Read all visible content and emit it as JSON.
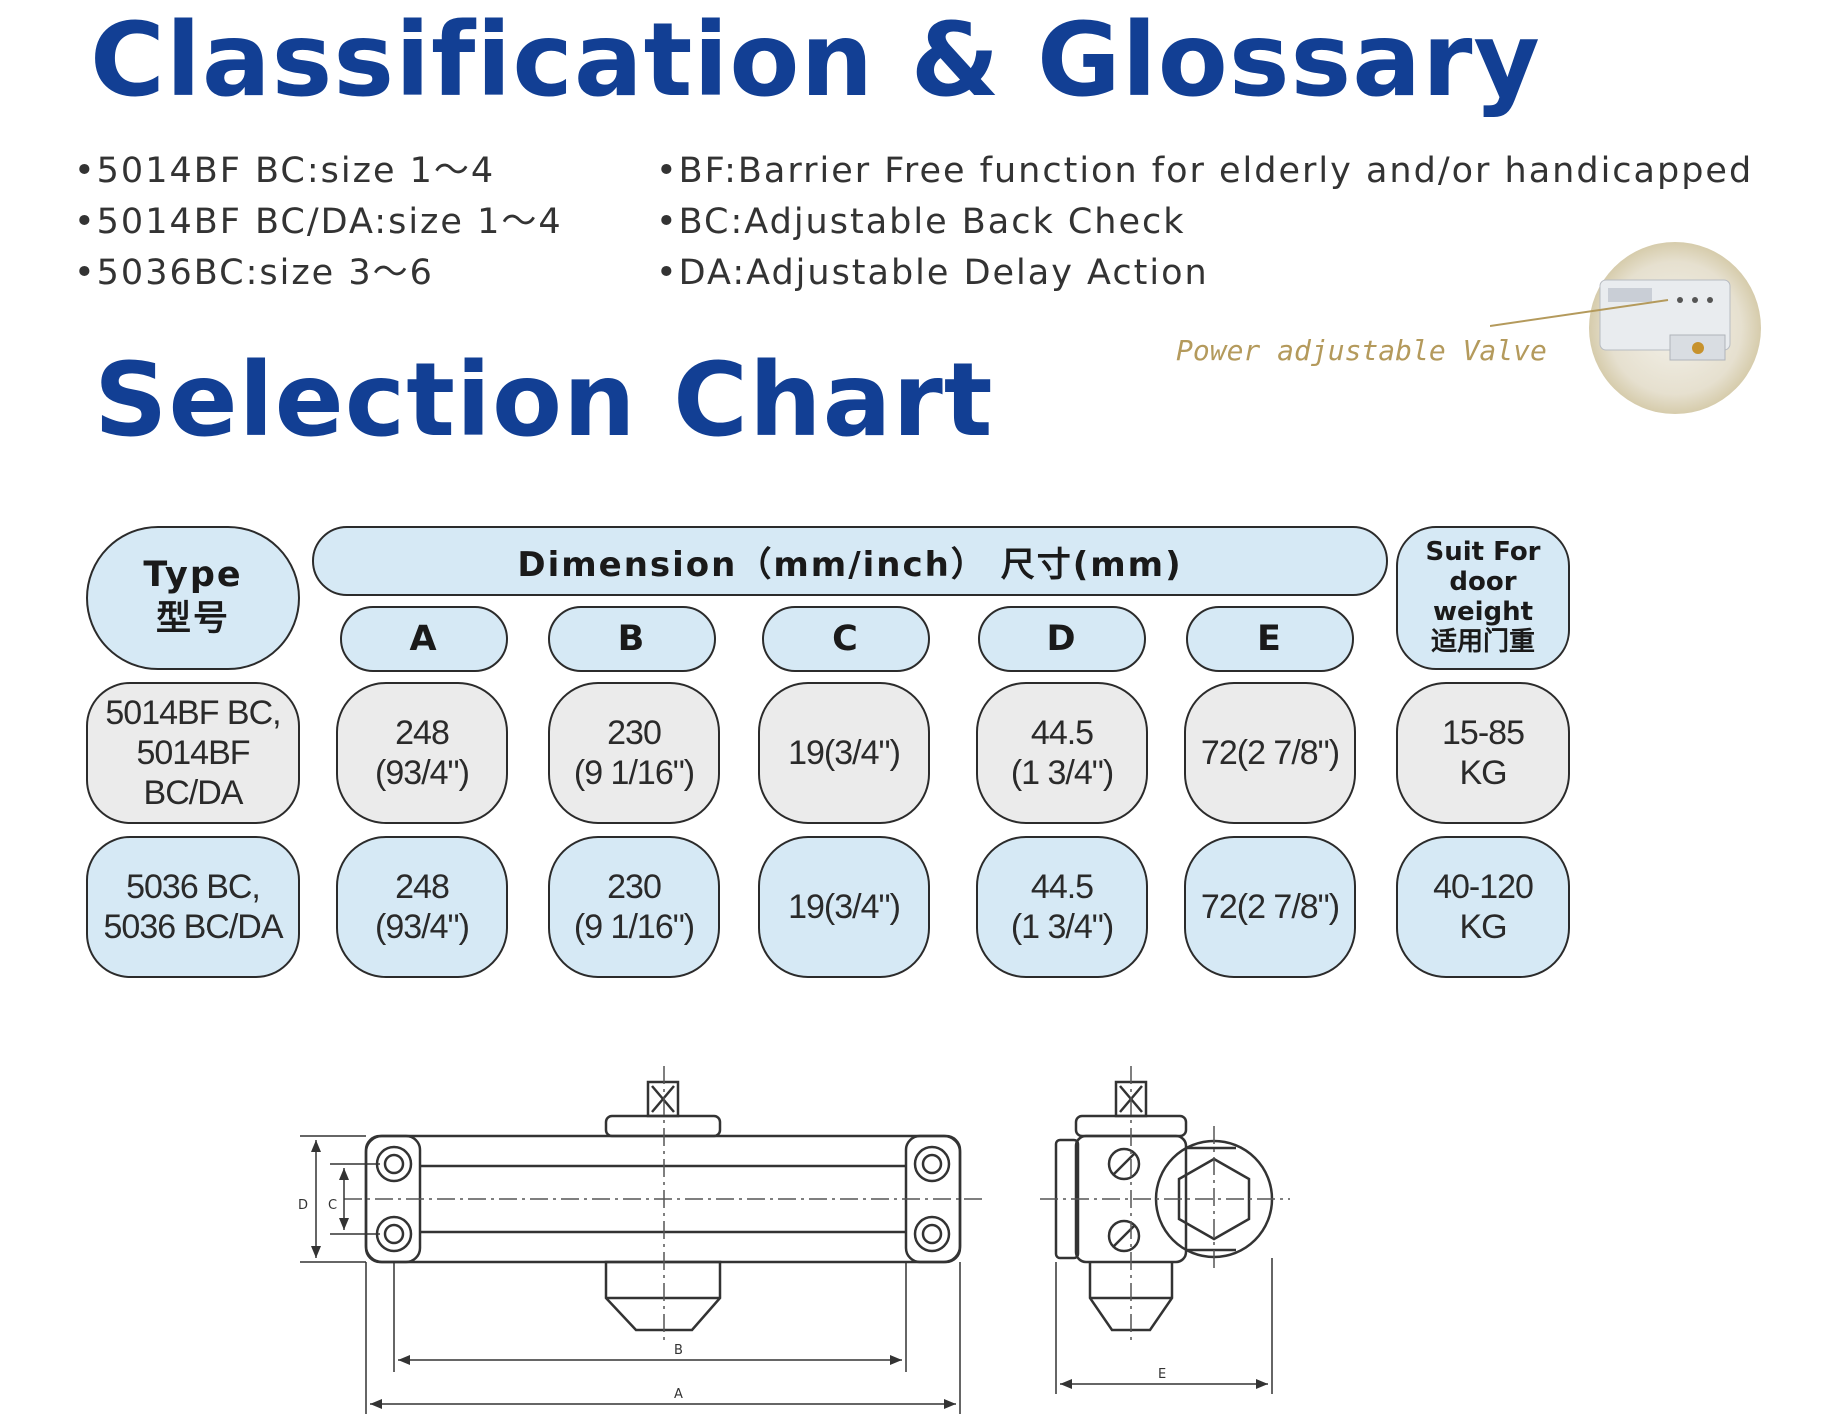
{
  "headings": {
    "classification": "Classification & Glossary",
    "selection": "Selection Chart"
  },
  "classification_items": [
    "5014BF BC:size 1～4",
    "5014BF BC/DA:size 1～4",
    "5036BC:size 3～6"
  ],
  "glossary_items": [
    "BF:Barrier Free function for elderly and/or handicapped",
    "BC:Adjustable Back Check",
    "DA:Adjustable Delay Action"
  ],
  "valve_label": "Power adjustable Valve",
  "table": {
    "type_header": [
      "Type",
      "型号"
    ],
    "dimension_header": "Dimension（mm/inch） 尺寸(mm)",
    "columns": [
      "A",
      "B",
      "C",
      "D",
      "E"
    ],
    "weight_header": [
      "Suit For",
      "door",
      "weight",
      "适用门重"
    ],
    "rows": [
      {
        "type": [
          "5014BF BC,",
          "5014BF",
          "BC/DA"
        ],
        "A": [
          "248",
          "(93/4\")"
        ],
        "B": [
          "230",
          "(9 1/16\")"
        ],
        "C": [
          "19(3/4\")"
        ],
        "D": [
          "44.5",
          "(1 3/4\")"
        ],
        "E": [
          "72(2 7/8\")"
        ],
        "weight": [
          "15-85",
          "KG"
        ]
      },
      {
        "type": [
          "5036 BC,",
          "5036 BC/DA"
        ],
        "A": [
          "248",
          "(93/4\")"
        ],
        "B": [
          "230",
          "(9 1/16\")"
        ],
        "C": [
          "19(3/4\")"
        ],
        "D": [
          "44.5",
          "(1 3/4\")"
        ],
        "E": [
          "72(2 7/8\")"
        ],
        "weight": [
          "40-120",
          "KG"
        ]
      }
    ]
  },
  "drawing_labels": {
    "A": "A",
    "B": "B",
    "C": "C",
    "D": "D",
    "E": "E"
  },
  "colors": {
    "heading": "#123f94",
    "pill_blue": "#d6e9f5",
    "pill_gray": "#ebebeb",
    "valve_label": "#b49a5c"
  }
}
